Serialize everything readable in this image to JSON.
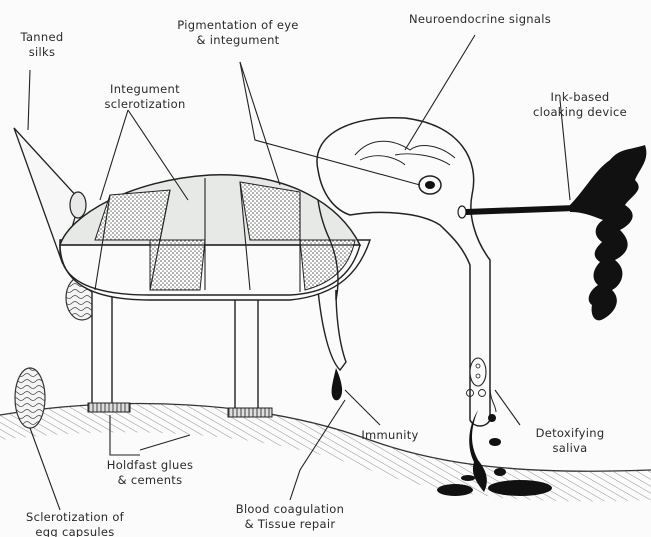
{
  "labels": {
    "tanned_silks": [
      "Tanned",
      "silks"
    ],
    "pigmentation": [
      "Pigmentation of eye",
      "& integument"
    ],
    "neuroendocrine": "Neuroendocrine signals",
    "integument_sclerotization": [
      "Integument",
      "sclerotization"
    ],
    "ink_cloaking": [
      "Ink-based",
      "cloaking device"
    ],
    "immunity": "Immunity",
    "detoxifying_saliva": [
      "Detoxifying",
      "saliva"
    ],
    "holdfast_glues": [
      "Holdfast glues",
      "& cements"
    ],
    "blood_coagulation": [
      "Blood coagulation",
      "& Tissue repair"
    ],
    "egg_capsules": [
      "Sclerotization of",
      "egg capsules"
    ]
  }
}
